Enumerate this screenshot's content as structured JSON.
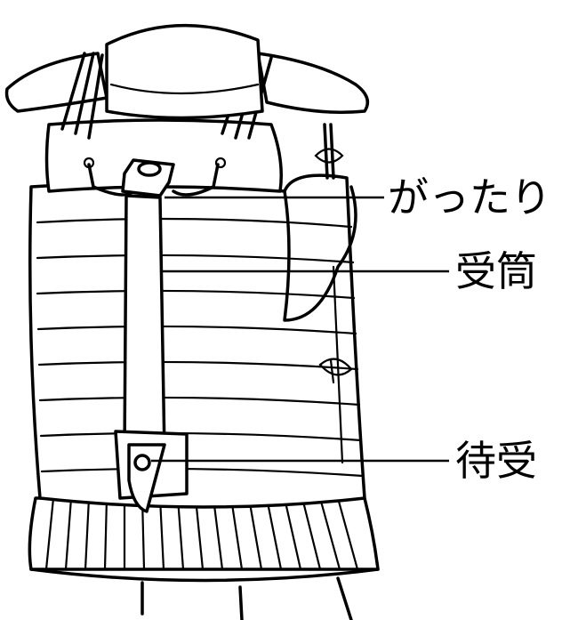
{
  "labels": {
    "gattari": "がったり",
    "uketsutsu": "受筒",
    "machiuke": "待受"
  },
  "colors": {
    "ink": "#000000",
    "paper": "#ffffff"
  }
}
